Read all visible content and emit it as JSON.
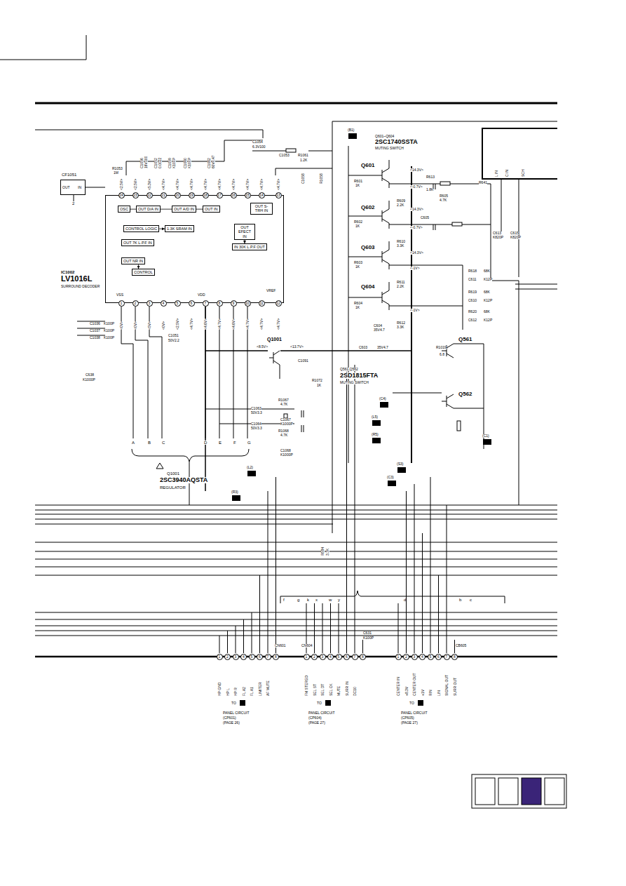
{
  "diagram": {
    "nodes": [
      {
        "text": [
          "IC1002",
          "LV1016L",
          "SURROUND DECODER"
        ]
      },
      {
        "text": [
          "OSC"
        ],
        "in": 0
      },
      {
        "text": [
          "OUT D/A IN"
        ],
        "in": 0
      },
      {
        "text": [
          "OUT A/D IN"
        ],
        "in": 0
      },
      {
        "text": [
          "OUT IN"
        ],
        "in": 0
      },
      {
        "text": [
          "OUT S-TRH IN"
        ],
        "in": 0
      },
      {
        "text": [
          "CONTROL LOGIC"
        ],
        "in": 0
      },
      {
        "text": [
          "1.3K SRAM IN"
        ],
        "in": 0
      },
      {
        "text": [
          "OUT EFECT IN"
        ],
        "in": 0
      },
      {
        "text": [
          "OUT 7K L.P.F IN"
        ],
        "in": 0
      },
      {
        "text": [
          "IN 30K L.P.F OUT"
        ],
        "in": 0
      },
      {
        "text": [
          "OUT NR IN"
        ],
        "in": 0
      },
      {
        "text": [
          "CONTROL"
        ],
        "in": 0
      },
      {
        "text": [
          "CF1051",
          "OUT",
          "IN"
        ]
      }
    ],
    "edges": [
      {
        "from": 1,
        "to": 2,
        "arrow": "none"
      },
      {
        "from": 2,
        "to": 3,
        "arrow": "none"
      },
      {
        "from": 3,
        "to": 4,
        "arrow": "none"
      },
      {
        "from": 6,
        "to": 7,
        "arrow": "to"
      },
      {
        "from": 8,
        "to": 10,
        "arrow": "to"
      },
      {
        "from": 11,
        "to": 12,
        "arrow": "to"
      }
    ],
    "labels": [
      "2",
      "R1053",
      "1M",
      "C1056",
      "16V100",
      "C1052",
      "0.0022",
      "C1059",
      "K100P",
      "C1060",
      "K100P",
      "C1062",
      "60V0.47",
      "C1054",
      "6.3V100",
      "C1053",
      "R1061",
      "1.2K",
      "C1058",
      "R1058",
      "VSS",
      "VDD",
      "VREF",
      "C1036",
      "K100P",
      "C1037",
      "K100P",
      "C1038",
      "K100P",
      "C1051",
      "50V2.2",
      "C638",
      "K1000P",
      "Q1001",
      "<8.5V>",
      "<13.7V>",
      "C1091",
      "R1072",
      "1K",
      "C1063",
      "50V3.3",
      "R1067",
      "4.7K",
      "C1067",
      "K1000P",
      "C1064",
      "50V3.3",
      "R1068",
      "4.7K",
      "C1068",
      "K1000P",
      "A",
      "B",
      "C",
      "D",
      "E",
      "F",
      "G",
      "Q1001",
      "2SC3940AQSTA",
      "REGULATOR",
      "(B1)",
      "Q601~Q604",
      "2SC1740SSTA",
      "MUTING SWITCH",
      "Q601",
      "Q602",
      "Q603",
      "Q604",
      "Q561",
      "Q562",
      "<14.3V>",
      "<-0.7V>",
      "<14.3V>",
      "<-0.7V>",
      "<14.3V>",
      "<-1V>",
      "<-1V>",
      "R601",
      "1K",
      "R602",
      "1K",
      "R603",
      "1K",
      "R604",
      "1K",
      "R609",
      "2.2K",
      "R610",
      "3.3K",
      "R611",
      "2.2K",
      "R612",
      "3.3K",
      "C604",
      "35V4.7",
      "C603",
      "35V4.7",
      "R1019",
      "6.8",
      "Q561,Q562",
      "2SD1815FTA",
      "MUTING SWITCH",
      "(C4)",
      "(L5)",
      "(R5)",
      "(L2)",
      "(R3)",
      "(S3)",
      "(C3)",
      "(C1)",
      "R613",
      "1.8K",
      "R605",
      "4.7K",
      "C605",
      "R641",
      "C613",
      "K820P",
      "C615",
      "K820P",
      "R618",
      "68K",
      "C611",
      "K12P",
      "R619",
      "68K",
      "C610",
      "K12P",
      "R620",
      "68K",
      "C612",
      "K12P",
      "L IN",
      "C IN",
      "SCH",
      "R584",
      "3.3K",
      "f",
      "g",
      "k",
      "x",
      "w",
      "y",
      "d",
      "b",
      "c",
      "CN601",
      "CN604",
      "C631",
      "K100P",
      "CB605",
      "TO",
      "PANEL CIRCUIT",
      "(CP601)",
      "(PAGE 26)",
      "TO",
      "PANEL CIRCUIT",
      "(CP604)",
      "(PAGE 27)",
      "TO",
      "PANEL CIRCUIT",
      "(CP605)",
      "(PAGE 27)",
      "24",
      "23",
      "22",
      "21",
      "20",
      "19",
      "18",
      "17",
      "16",
      "15",
      "14",
      "13",
      "<2.5V>",
      "<2.5V>",
      "<5.3V>",
      "<4.7V>",
      "<4.7V>",
      "<4.7V>",
      "<4.7V>",
      "<4.7V>",
      "<4.7V>",
      "<4.7V>",
      "<4.7V>",
      "<4.7V>",
      "1",
      "2",
      "3",
      "4",
      "5",
      "6",
      "7",
      "8",
      "9",
      "10",
      "11",
      "12",
      "<0V>",
      "<0V>",
      "<5V>",
      "<0V>",
      "<2.5V>",
      "<4.7V>",
      "<4.6V>",
      "<4.7V>",
      "<4.6V>",
      "<4.7V>",
      "<4.7V>",
      "<4.7V>",
      "1",
      "2",
      "3",
      "4",
      "5",
      "6",
      "7",
      "8",
      "1",
      "2",
      "3",
      "4",
      "5",
      "6",
      "7",
      "8",
      "1",
      "2",
      "3",
      "4",
      "5",
      "6",
      "7",
      "8",
      "HP GND",
      "HP L",
      "HP R",
      "FL A2",
      "FL A1",
      "LIMITER",
      "AF MUTE",
      "FM STEREO",
      "SEL ST",
      "SEL DT",
      "SEL CK",
      "MUTE",
      "SURR IN",
      "DC10",
      "CENTER IN",
      "+8.3V",
      "CENTER OUT",
      "+1V",
      "RIN",
      "LIN",
      "SIGNAL OUT",
      "SURR OUT"
    ]
  }
}
